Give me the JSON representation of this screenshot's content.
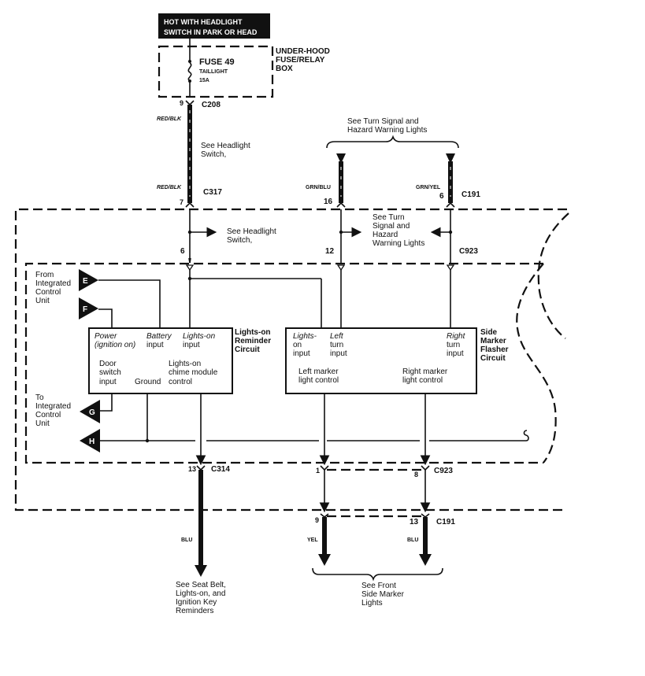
{
  "header": {
    "line1": "HOT WITH HEADLIGHT",
    "line2": "SWITCH IN PARK OR HEAD"
  },
  "fuse_box": {
    "title": [
      "UNDER-HOOD",
      "FUSE/RELAY",
      "BOX"
    ],
    "fuse_name": "FUSE 49",
    "fuse_circuit": "TAILLIGHT",
    "fuse_rating": "15A"
  },
  "connectors": {
    "c208": {
      "id": "C208",
      "pin": "9"
    },
    "c317": {
      "id": "C317",
      "pin": "7"
    },
    "c191_top": {
      "id": "C191",
      "pins": [
        "16",
        "6"
      ]
    },
    "c923_top": {
      "id": "C923",
      "pins": [
        "6",
        "12"
      ]
    },
    "c314": {
      "id": "C314",
      "pin": "13"
    },
    "c923_bottom": {
      "id": "C923",
      "pins": [
        "1",
        "8"
      ]
    },
    "c191_bottom": {
      "id": "C191",
      "pins": [
        "9",
        "13"
      ]
    }
  },
  "wires": {
    "red_blk_1": "RED/BLK",
    "red_blk_2": "RED/BLK",
    "grn_blu": "GRN/BLU",
    "grn_yel": "GRN/YEL",
    "blu_left": "BLU",
    "yel": "YEL",
    "blu_right": "BLU"
  },
  "references": {
    "headlight_switch_1": [
      "See Headlight",
      "Switch,"
    ],
    "headlight_switch_2": [
      "See Headlight",
      "Switch,"
    ],
    "turn_hazard_top": [
      "See Turn Signal and",
      "Hazard Warning Lights"
    ],
    "turn_hazard_mid": [
      "See Turn",
      "Signal and",
      "Hazard",
      "Warning Lights"
    ],
    "seat_belt": [
      "See Seat Belt,",
      "Lights-on, and",
      "Ignition Key",
      "Reminders"
    ],
    "front_side_marker": [
      "See Front",
      "Side Marker",
      "Lights"
    ]
  },
  "integrated_control": {
    "from_label": [
      "From",
      "Integrated",
      "Control",
      "Unit"
    ],
    "to_label": [
      "To",
      "Integrated",
      "Control",
      "Unit"
    ],
    "terminals": [
      "E",
      "F",
      "G",
      "H"
    ]
  },
  "reminder_circuit": {
    "title": [
      "Lights-on",
      "Reminder",
      "Circuit"
    ],
    "power": [
      "Power",
      "(ignition on)"
    ],
    "battery": [
      "Battery",
      "input"
    ],
    "lights_on_input": [
      "Lights-on",
      "input"
    ],
    "door_switch": [
      "Door",
      "switch",
      "input"
    ],
    "ground": "Ground",
    "chime": [
      "Lights-on",
      "chime module",
      "control"
    ]
  },
  "flasher_circuit": {
    "title": [
      "Side",
      "Marker",
      "Flasher",
      "Circuit"
    ],
    "lights_on_input": [
      "Lights-",
      "on",
      "input"
    ],
    "left_turn": [
      "Left",
      "turn",
      "input"
    ],
    "right_turn": [
      "Right",
      "turn",
      "input"
    ],
    "left_marker": [
      "Left marker",
      "light control"
    ],
    "right_marker": [
      "Right marker",
      "light control"
    ]
  }
}
